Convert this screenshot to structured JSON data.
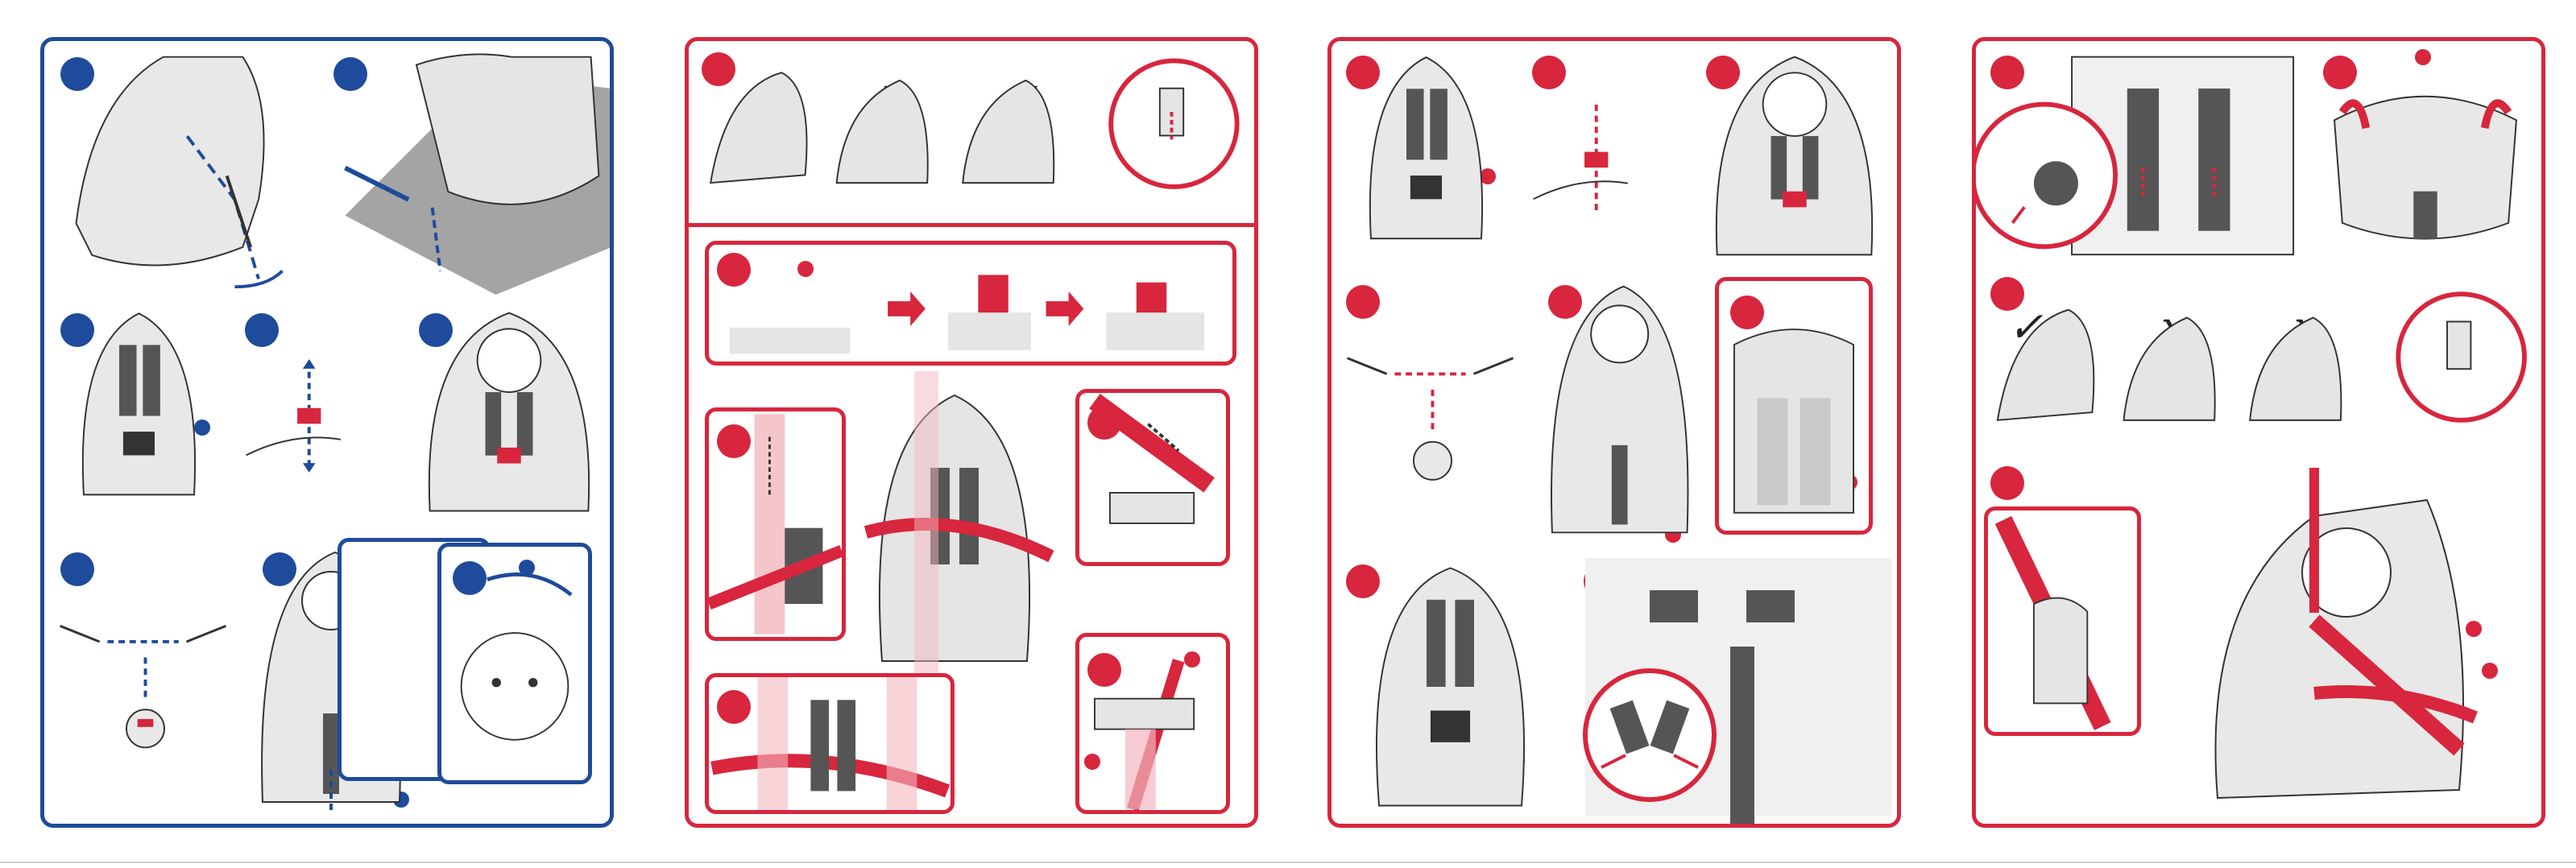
{
  "document": {
    "panels": [
      {
        "name": "panel-1",
        "theme": "blue"
      },
      {
        "name": "panel-2",
        "theme": "red"
      },
      {
        "name": "panel-3",
        "theme": "red"
      },
      {
        "name": "panel-4",
        "theme": "red"
      }
    ],
    "marks": {
      "check": "✓",
      "cross": "x"
    },
    "colors": {
      "blue": "#1e4b9b",
      "red": "#d7263d",
      "seat_gray": "#c9c9c9",
      "line": "#333333"
    },
    "icons": [
      "seat-illustration-icon",
      "baby-illustration-icon",
      "buckle-icon",
      "arrow-icon",
      "strap-icon",
      "magnifier-callout-icon"
    ]
  }
}
